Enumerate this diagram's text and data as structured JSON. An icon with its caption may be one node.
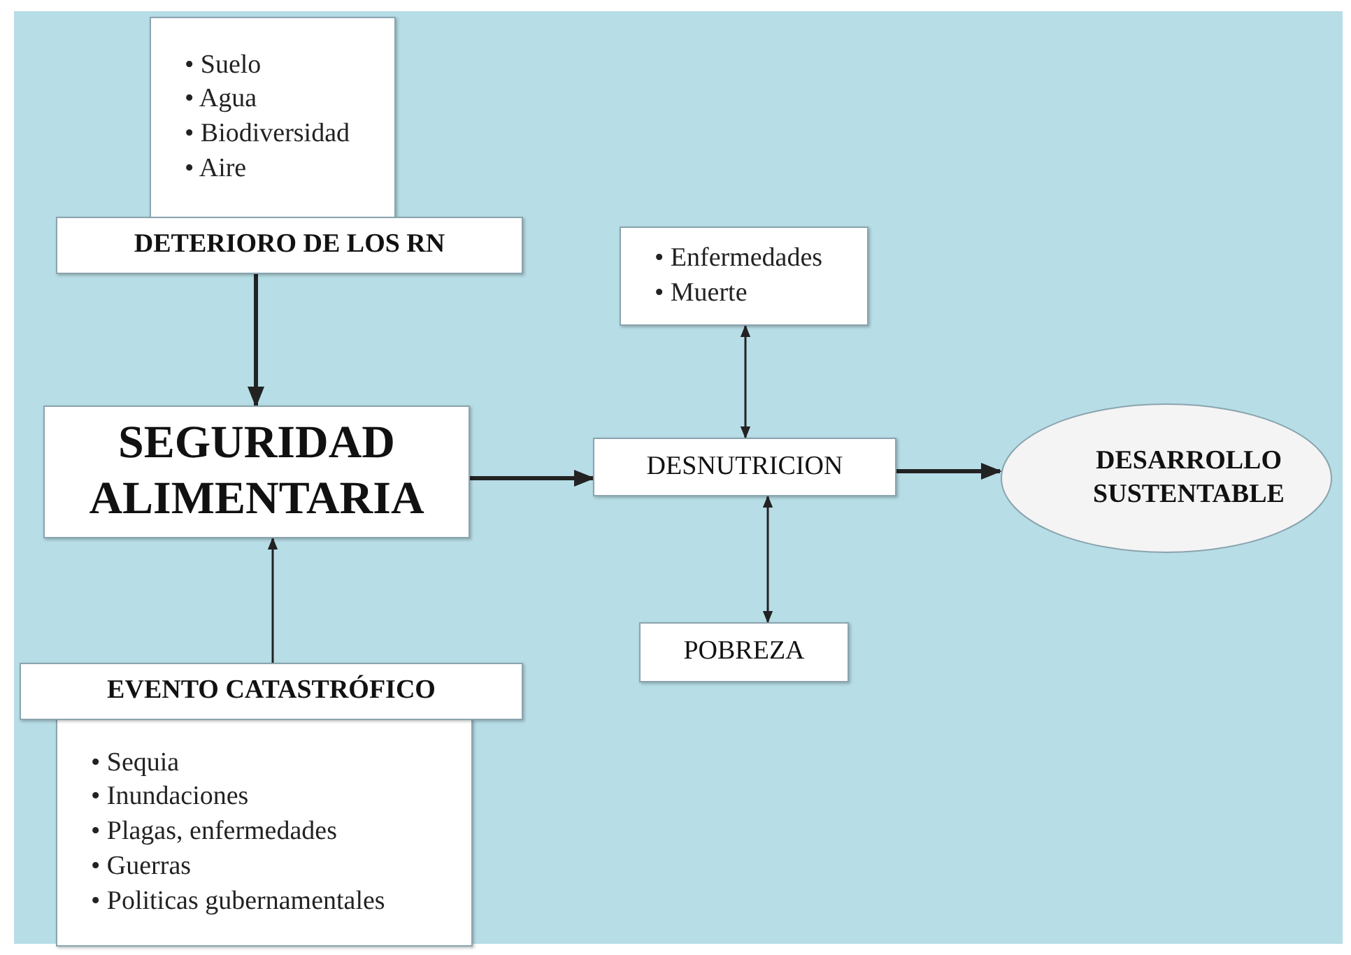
{
  "diagram": {
    "nodes": [
      {
        "text": [
          "• Suelo",
          "• Agua",
          "• Biodiversidad",
          "• Aire"
        ]
      },
      {
        "text": [
          "DETERIORO DE LOS RN"
        ]
      },
      {
        "text": [
          "SEGURIDAD ALIMENTARIA"
        ]
      },
      {
        "text": [
          "EVENTO CATASTRÓFICO"
        ]
      },
      {
        "text": [
          "• Sequia",
          "• Inundaciones",
          "• Plagas, enfermedades",
          "• Guerras",
          "• Politicas gubernamentales"
        ]
      },
      {
        "text": [
          "• Enfermedades",
          "• Muerte"
        ]
      },
      {
        "text": [
          "DESNUTRICION"
        ]
      },
      {
        "text": [
          "POBREZA"
        ]
      },
      {
        "text": [
          "DESARROLLO SUSTENTABLE"
        ]
      }
    ],
    "edges": [
      {
        "from": 1,
        "to": 2,
        "arrow": "to",
        "style": "thick"
      },
      {
        "from": 3,
        "to": 2,
        "arrow": "to"
      },
      {
        "from": 2,
        "to": 6,
        "arrow": "to",
        "style": "thick"
      },
      {
        "from": 6,
        "to": 8,
        "arrow": "to",
        "style": "thick"
      },
      {
        "from": 5,
        "to": 6,
        "arrow": "both"
      },
      {
        "from": 6,
        "to": 7,
        "arrow": "both"
      }
    ]
  }
}
